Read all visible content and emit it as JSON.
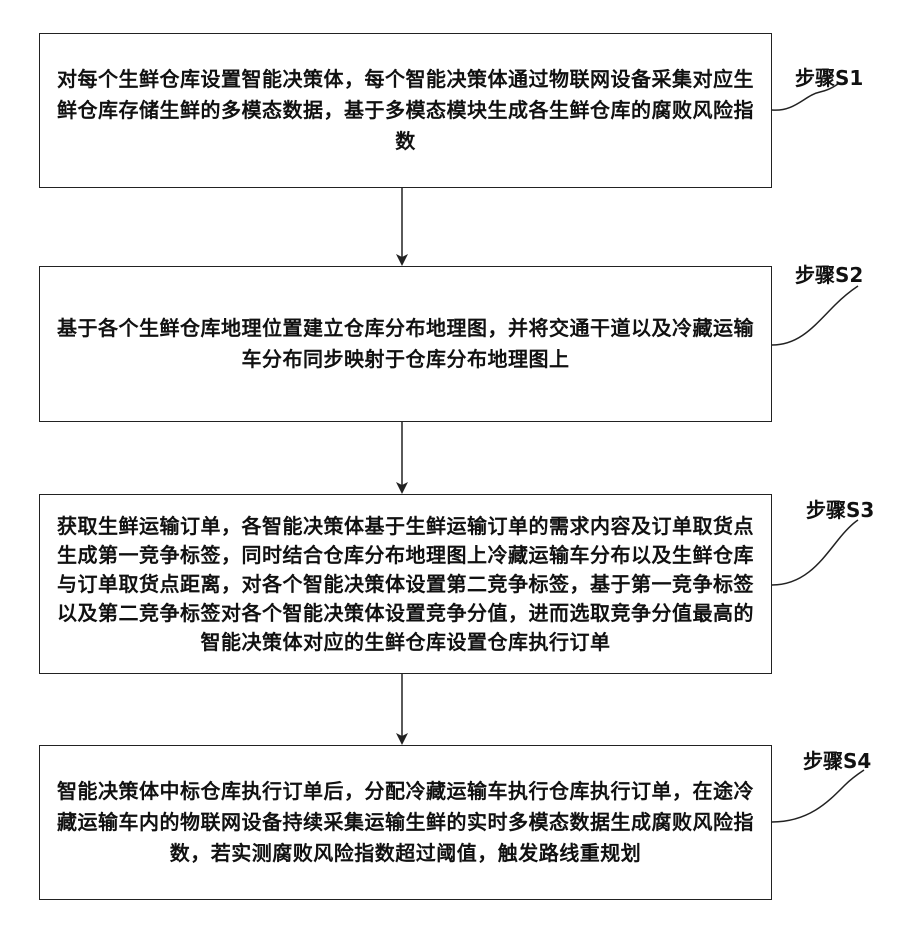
{
  "steps": [
    {
      "label": "步骤S1",
      "text": "对每个生鲜仓库设置智能决策体，每个智能决策体通过物联网设备采集对应生鲜仓库存储生鲜的多模态数据，基于多模态模块生成各生鲜仓库的腐败风险指数"
    },
    {
      "label": "步骤S2",
      "text": "基于各个生鲜仓库地理位置建立仓库分布地理图，并将交通干道以及冷藏运输车分布同步映射于仓库分布地理图上"
    },
    {
      "label": "步骤S3",
      "text": "获取生鲜运输订单，各智能决策体基于生鲜运输订单的需求内容及订单取货点生成第一竞争标签，同时结合仓库分布地理图上冷藏运输车分布以及生鲜仓库与订单取货点距离，对各个智能决策体设置第二竞争标签，基于第一竞争标签以及第二竞争标签对各个智能决策体设置竞争分值，进而选取竞争分值最高的智能决策体对应的生鲜仓库设置仓库执行订单"
    },
    {
      "label": "步骤S4",
      "text": "智能决策体中标仓库执行订单后，分配冷藏运输车执行仓库执行订单，在途冷藏运输车内的物联网设备持续采集运输生鲜的实时多模态数据生成腐败风险指数，若实测腐败风险指数超过阈值，触发路线重规划"
    }
  ]
}
